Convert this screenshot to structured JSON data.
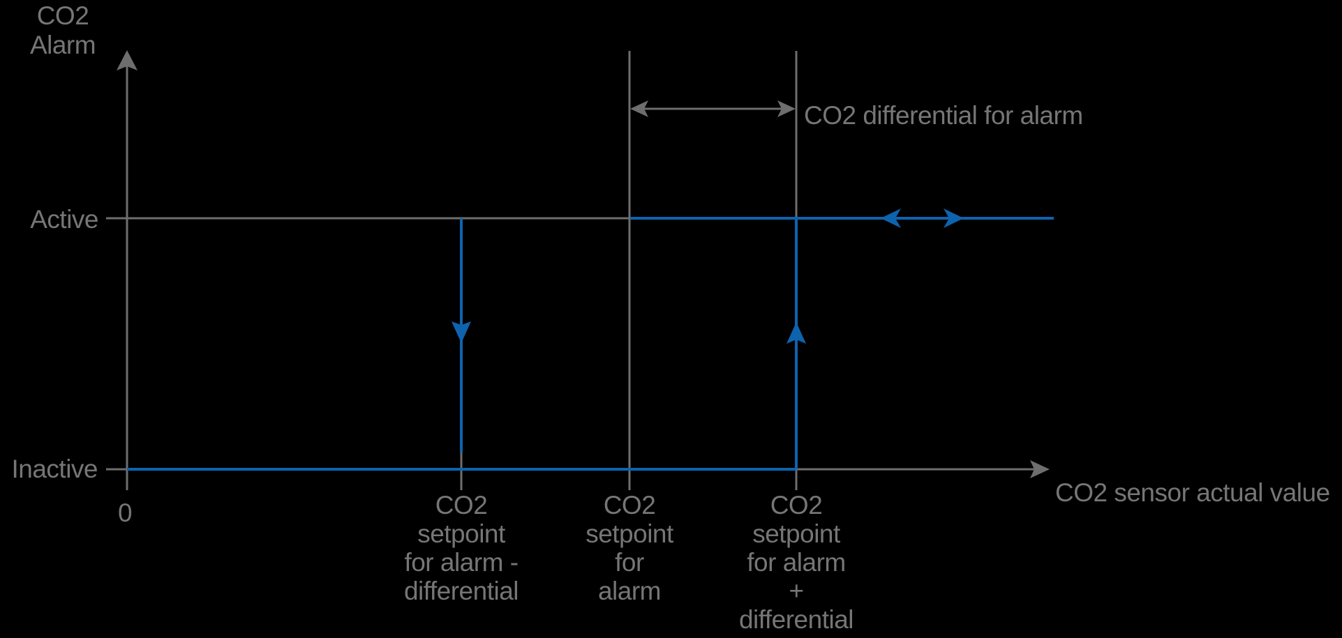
{
  "diagram": {
    "y_axis_title": {
      "line1": "CO2",
      "line2": "Alarm"
    },
    "y_tick_labels": {
      "active": "Active",
      "inactive": "Inactive"
    },
    "origin_label": "0",
    "x_axis_label": "CO2 sensor actual value",
    "differential_annotation": "CO2 differential for alarm",
    "x_tick_labels": {
      "setpoint_minus_diff": [
        "CO2",
        "setpoint",
        "for alarm -",
        "differential"
      ],
      "setpoint": [
        "CO2",
        "setpoint",
        "for",
        "alarm"
      ],
      "setpoint_plus_diff": [
        "CO2",
        "setpoint",
        "for alarm",
        "+",
        "differential"
      ]
    },
    "colors": {
      "background": "#000000",
      "line_gray": "#6e6e6e",
      "text_gray": "#767676",
      "accent_blue": "#0e63af"
    }
  },
  "chart_data": {
    "type": "line",
    "title": "",
    "xlabel": "CO2 sensor actual value",
    "ylabel": "CO2 Alarm",
    "y_states": [
      "Inactive",
      "Active"
    ],
    "x_markers": [
      "0",
      "CO2 setpoint for alarm - differential",
      "CO2 setpoint for alarm",
      "CO2 setpoint for alarm + differential"
    ],
    "annotation": "CO2 differential for alarm",
    "series": [
      {
        "name": "inactive-branch",
        "x": [
          "0",
          "CO2 setpoint for alarm + differential"
        ],
        "y": [
          "Inactive",
          "Inactive"
        ]
      },
      {
        "name": "activation-step",
        "x": [
          "CO2 setpoint for alarm + differential",
          "CO2 setpoint for alarm + differential"
        ],
        "y": [
          "Inactive",
          "Active"
        ],
        "direction": "up"
      },
      {
        "name": "active-branch",
        "x": [
          "CO2 setpoint for alarm",
          "beyond setpoint + differential"
        ],
        "y": [
          "Active",
          "Active"
        ],
        "direction": "both"
      },
      {
        "name": "deactivation-step",
        "x": [
          "CO2 setpoint for alarm - differential",
          "CO2 setpoint for alarm - differential"
        ],
        "y": [
          "Active",
          "Inactive"
        ],
        "direction": "down"
      }
    ],
    "legend_position": "none",
    "grid": false
  }
}
